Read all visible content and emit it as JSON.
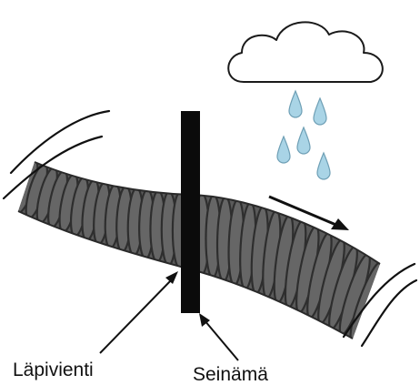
{
  "labels": {
    "penetration": "Läpivienti",
    "wall": "Seinämä"
  },
  "icons": {
    "cloud": "cloud-icon",
    "raindrop": "raindrop-icon",
    "flow_arrow": "flow-direction-arrow",
    "duct": "corrugated-duct"
  },
  "colors": {
    "duct_fill": "#5a5a5a",
    "duct_ridge": "#2e2e2e",
    "wall": "#0b0b0b",
    "raindrop": "#a9d4e6",
    "raindrop_stroke": "#6e9fb5",
    "outline": "#111111"
  }
}
